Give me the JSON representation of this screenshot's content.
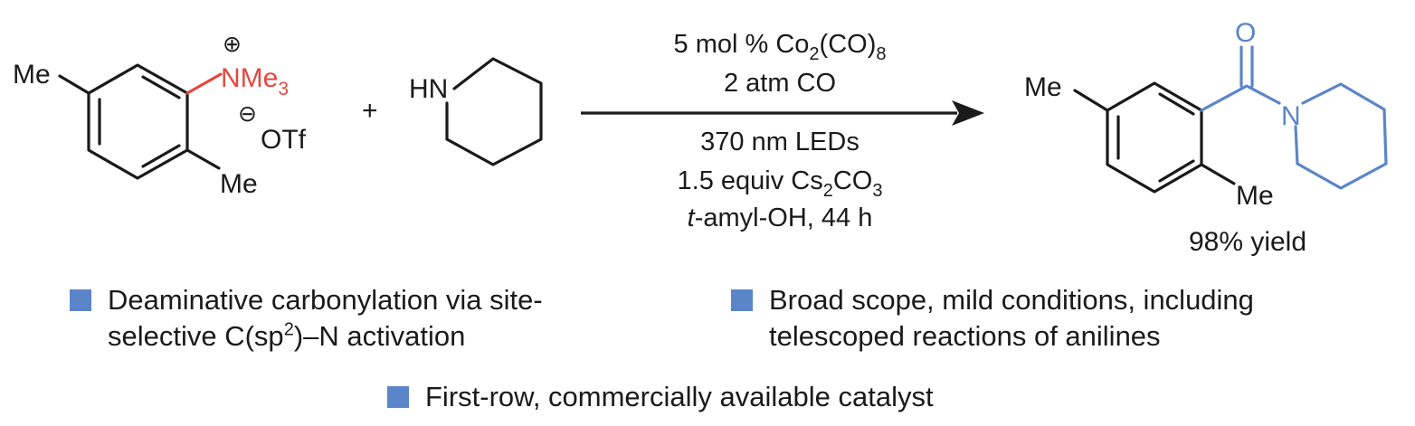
{
  "reactant1": {
    "me_top": "Me",
    "me_bottom": "Me",
    "n_group": "NMe",
    "n_group_sub": "3",
    "plus_charge": "⊕",
    "minus_charge": "⊖",
    "counterion": "OTf",
    "amine_color": "#e5483f"
  },
  "plus_sign": "+",
  "reactant2": {
    "hn_label": "HN"
  },
  "conditions": {
    "line1_a": "5 mol % Co",
    "line1_sub1": "2",
    "line1_b": "(CO)",
    "line1_sub2": "8",
    "line2": "2 atm CO",
    "line3": "370 nm LEDs",
    "line4_a": "1.5 equiv Cs",
    "line4_sub1": "2",
    "line4_b": "CO",
    "line4_sub2": "3",
    "line5_italic": "t",
    "line5_rest": "-amyl-OH, 44 h"
  },
  "product": {
    "me_top": "Me",
    "me_bottom": "Me",
    "o_label": "O",
    "n_label": "N",
    "yield": "98% yield",
    "amide_color": "#5b85c9"
  },
  "bullets": {
    "b1_line1": "Deaminative carbonylation via site-",
    "b1_line2_a": "selective C(sp",
    "b1_line2_sup": "2",
    "b1_line2_b": ")–N activation",
    "b2_line1": "Broad scope, mild conditions, including",
    "b2_line2": "telescoped reactions of anilines",
    "b3_line1": "First-row, commercially available catalyst",
    "marker_color": "#5b85c9"
  }
}
